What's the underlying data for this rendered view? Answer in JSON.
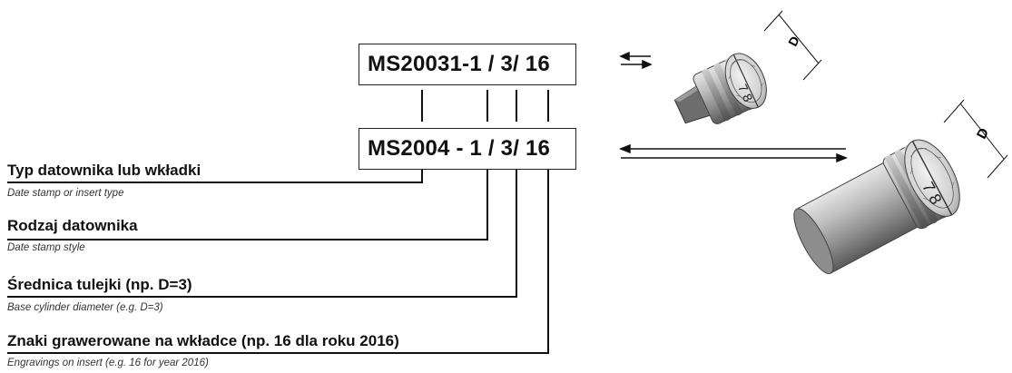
{
  "codes": {
    "top": "MS20031-1 / 3/ 16",
    "bottom": "MS2004 - 1 / 3/ 16"
  },
  "labels": [
    {
      "title": "Typ datownika lub wkładki",
      "subtitle": "Date stamp or insert type"
    },
    {
      "title": "Rodzaj datownika",
      "subtitle": "Date stamp style"
    },
    {
      "title": "Średnica tulejki (np. D=3)",
      "subtitle": "Base cylinder diameter (e.g. D=3)"
    },
    {
      "title": "Znaki grawerowane na  wkładce (np. 16 dla roku 2016)",
      "subtitle": "Engravings on insert (e.g. 16 for year 2016)"
    }
  ],
  "dimension_label": "D",
  "stamp_engraving": "7 8"
}
